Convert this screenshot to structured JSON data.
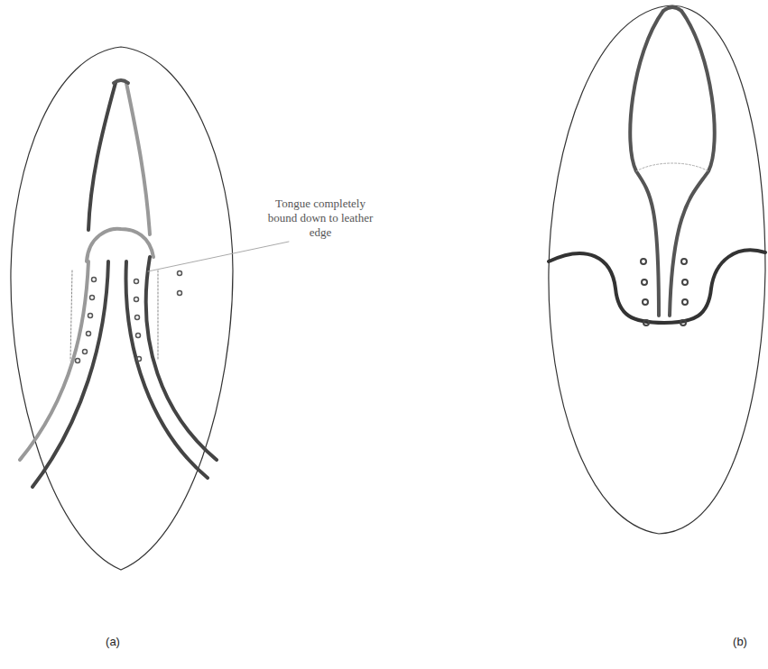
{
  "diagram": {
    "labels": [
      "Tongue completely bound down to leather edge",
      "(a)",
      "(b)"
    ]
  }
}
